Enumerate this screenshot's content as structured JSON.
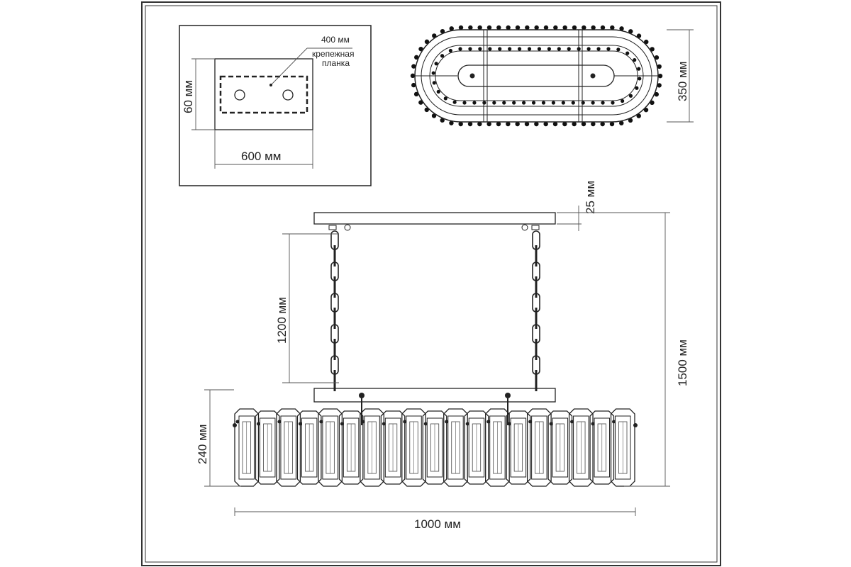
{
  "mount_plate": {
    "bracket_width_label": "400 мм",
    "bracket_name_line1": "крепежная",
    "bracket_name_line2": "планка",
    "height_label": "60 мм",
    "width_label": "600 мм"
  },
  "top_view": {
    "depth_label": "350 мм"
  },
  "front_view": {
    "canopy_height_label": "25 мм",
    "chain_length_label": "1200 мм",
    "total_height_label": "1500 мм",
    "body_height_label": "240 мм",
    "length_label": "1000 мм"
  },
  "colors": {
    "line": "#222222",
    "frame": "#333333"
  }
}
